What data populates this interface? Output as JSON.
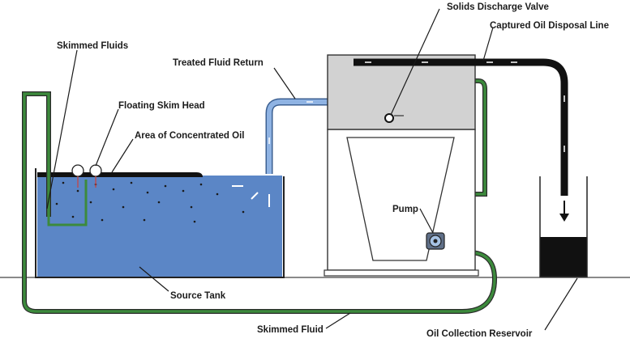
{
  "labels": {
    "skimmed_fluids": "Skimmed Fluids",
    "treated_fluid_return": "Treated Fluid Return",
    "floating_skim_head": "Floating Skim Head",
    "area_concentrated_oil": "Area of Concentrated Oil",
    "solids_discharge_valve": "Solids Discharge Valve",
    "captured_oil_disposal_line": "Captured Oil Disposal Line",
    "pump": "Pump",
    "source_tank": "Source Tank",
    "skimmed_fluid": "Skimmed Fluid",
    "oil_collection_reservoir": "Oil Collection Reservoir"
  },
  "colors": {
    "water": "#5b86c6",
    "water_light": "#7fa4d8",
    "oil": "#111111",
    "green_hose": "#3c8a3c",
    "separator_body": "#d2d2d2",
    "outline": "#222222"
  },
  "icons": [
    "floating-skim-head-icon",
    "pump-icon",
    "valve-icon",
    "flow-arrow-icon"
  ]
}
